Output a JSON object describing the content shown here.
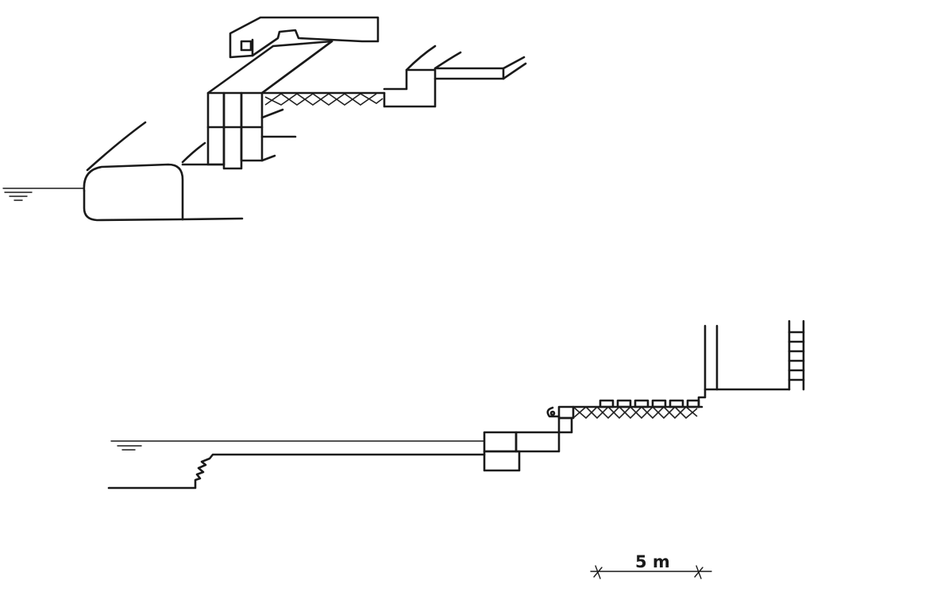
{
  "figure": {
    "views": [
      {
        "name": "perspective-view"
      },
      {
        "name": "cross-section-view"
      }
    ],
    "scale_bar": {
      "label": "5 m",
      "length_value": 5,
      "unit": "m"
    },
    "ink_color": "#1a1a1a",
    "background_color": "#ffffff"
  }
}
